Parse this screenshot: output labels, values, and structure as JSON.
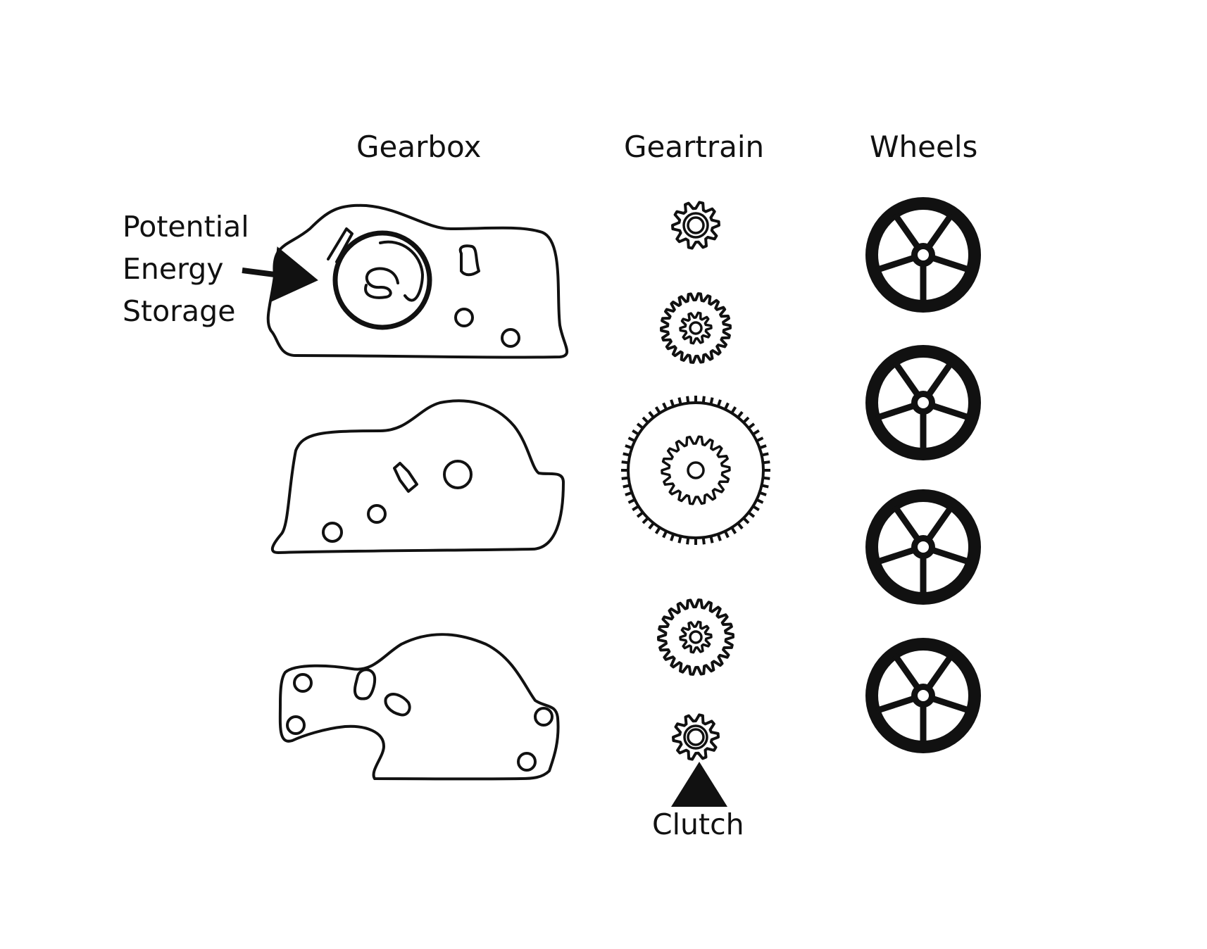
{
  "columns": {
    "gearbox": "Gearbox",
    "geartrain": "Geartrain",
    "wheels": "Wheels"
  },
  "annotations": {
    "storage": [
      "Potential",
      "Energy",
      "Storage"
    ],
    "clutch": "Clutch"
  },
  "colors": {
    "ink": "#111111",
    "background": "#ffffff"
  },
  "geartrain_gears": [
    {
      "name": "gear-1",
      "teeth": 10,
      "inner_teeth": 0
    },
    {
      "name": "gear-2",
      "teeth": 22,
      "inner_teeth": 10
    },
    {
      "name": "gear-3",
      "teeth": 56,
      "inner_teeth": 18
    },
    {
      "name": "gear-4",
      "teeth": 22,
      "inner_teeth": 10
    },
    {
      "name": "gear-5",
      "teeth": 10,
      "inner_teeth": 0
    }
  ],
  "wheels": [
    {
      "name": "wheel-1",
      "spokes": 5
    },
    {
      "name": "wheel-2",
      "spokes": 5
    },
    {
      "name": "wheel-3",
      "spokes": 5
    },
    {
      "name": "wheel-4",
      "spokes": 5
    }
  ]
}
